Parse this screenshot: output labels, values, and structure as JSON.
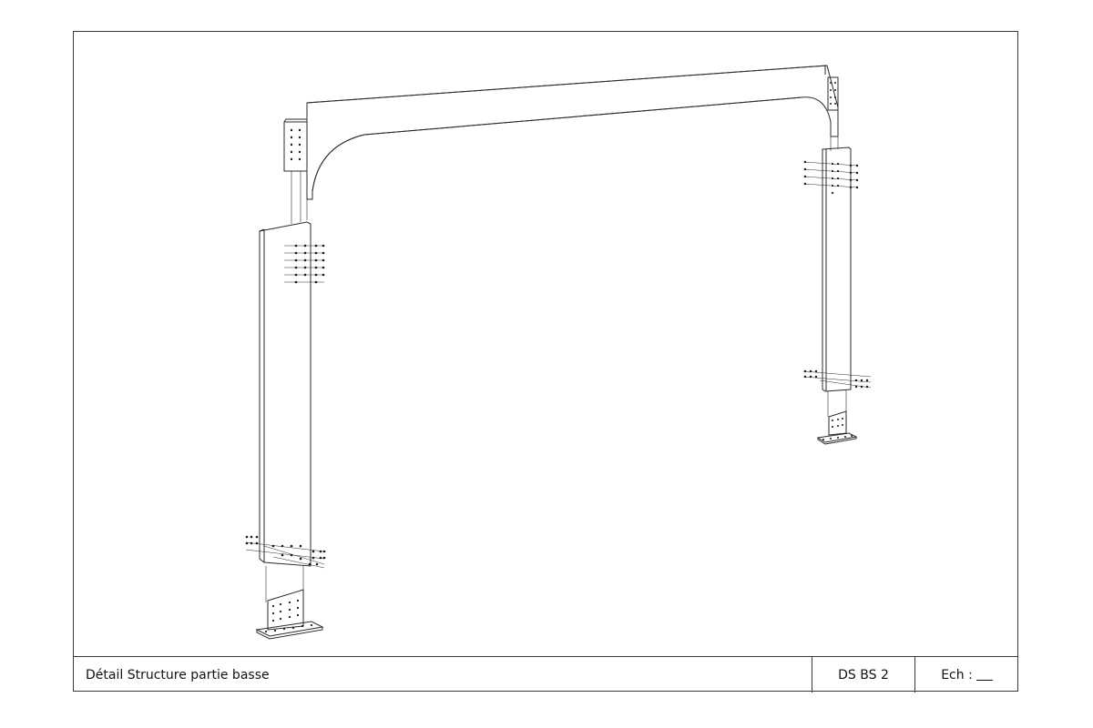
{
  "title_block": {
    "description": "Détail Structure partie basse",
    "drawing_code": "DS BS 2",
    "scale_label": "Ech :"
  },
  "colors": {
    "line": "#2b2b2b",
    "frame": "#3a3a3a",
    "bolt": "#1a1a1a"
  }
}
